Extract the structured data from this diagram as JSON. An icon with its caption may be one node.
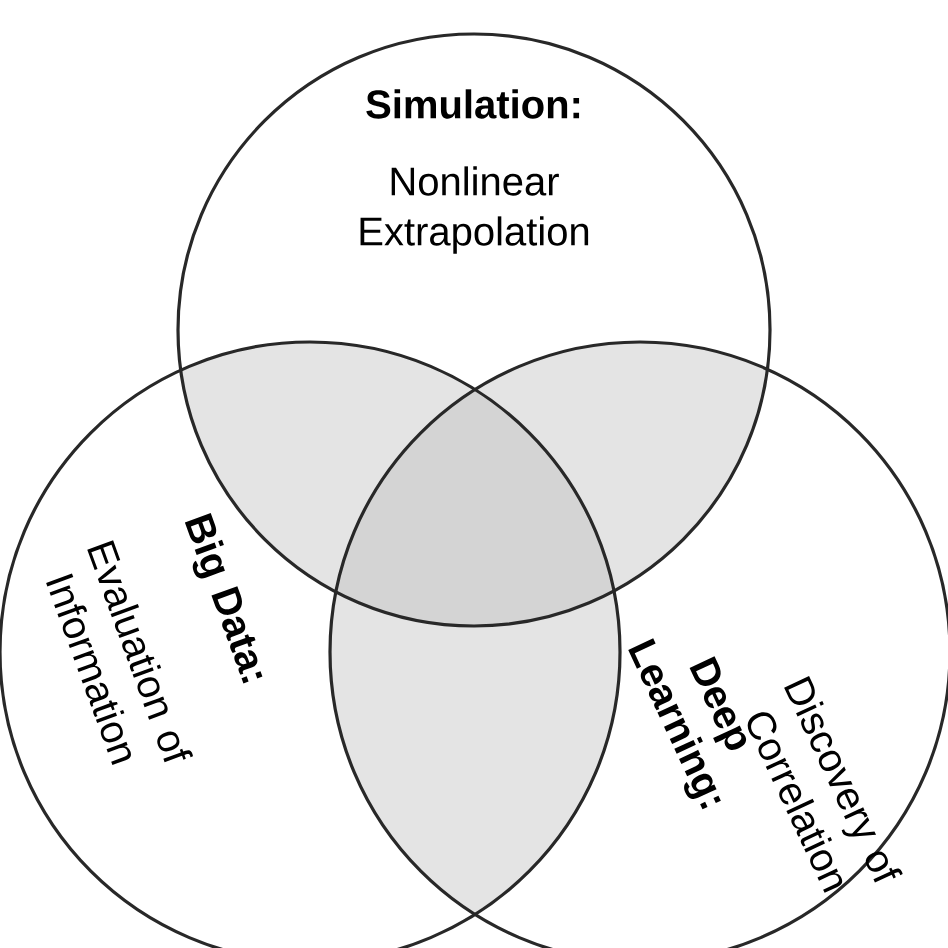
{
  "diagram": {
    "nodes": [
      {
        "text": [
          "Simulation:",
          "Nonlinear Extrapolation"
        ]
      },
      {
        "text": [
          "Big Data:",
          "Evaluation of Information"
        ]
      },
      {
        "text": [
          "Deep Learning:",
          "Discovery of Correlation"
        ]
      }
    ]
  }
}
